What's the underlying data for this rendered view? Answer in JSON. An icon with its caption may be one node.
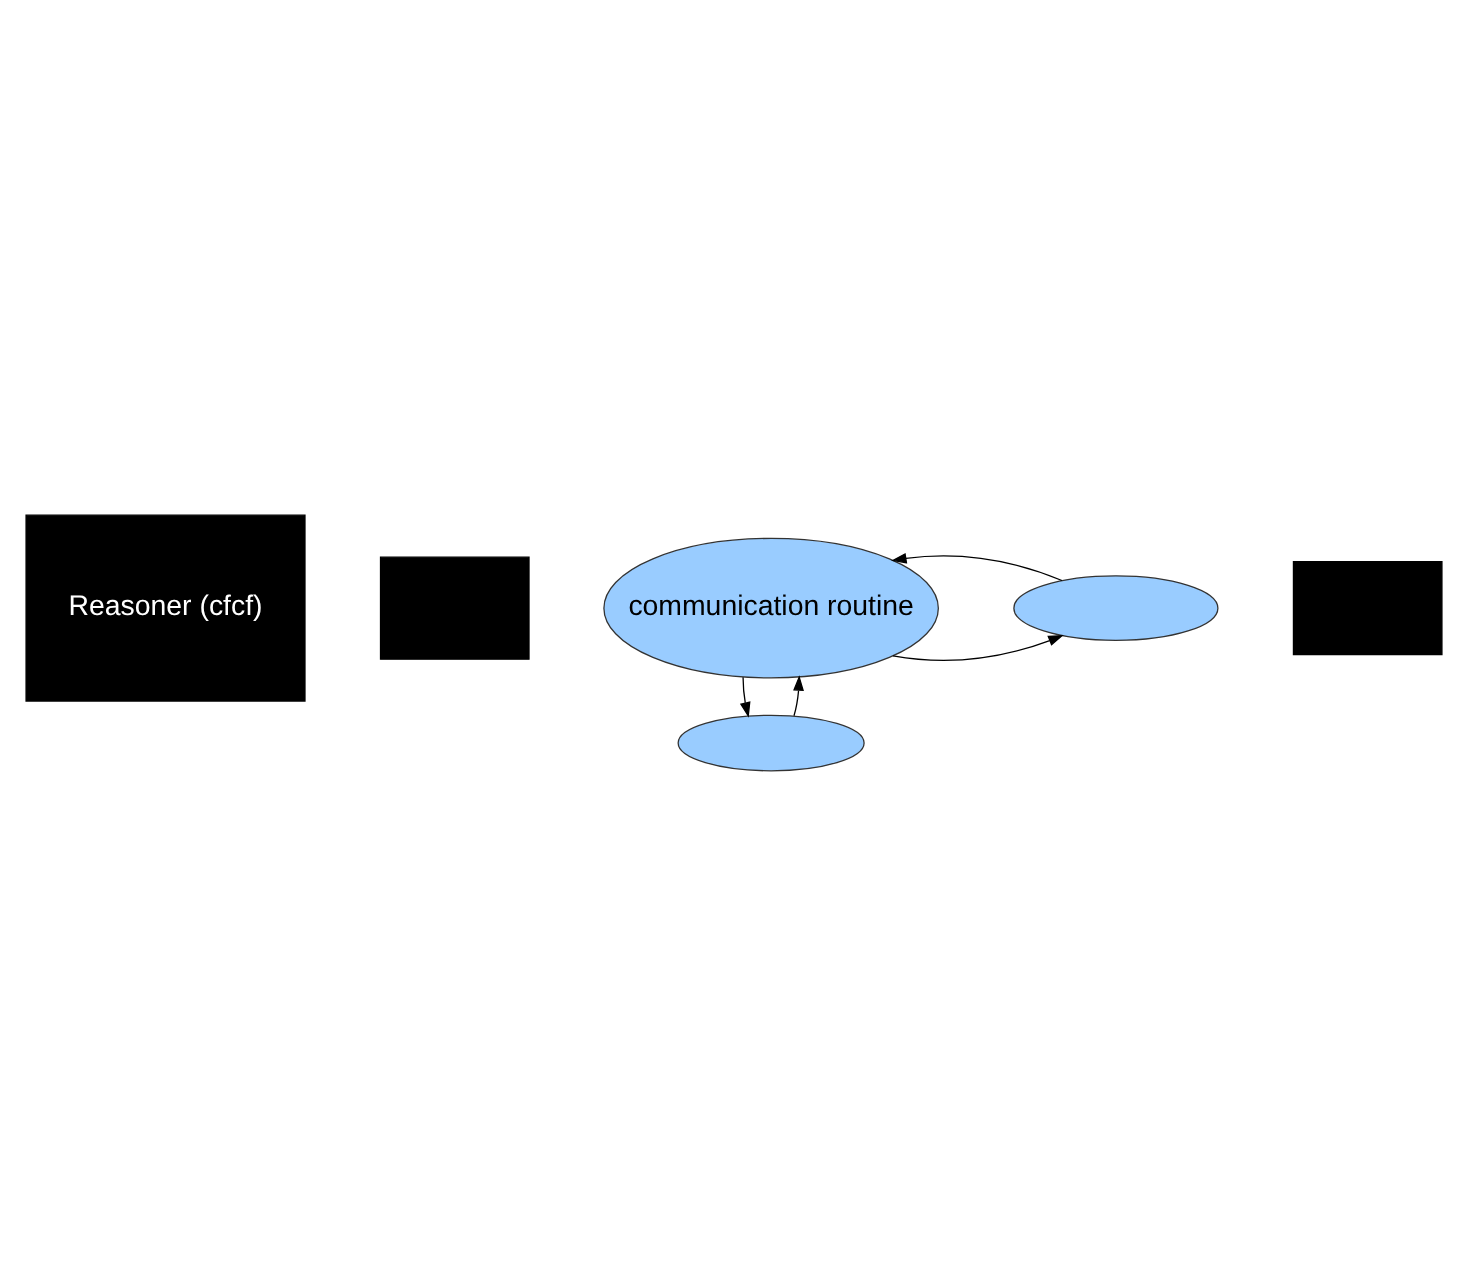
{
  "diagram": {
    "nodes": [
      {
        "text": [
          "Reasoner (cfcf)"
        ]
      },
      {
        "text": [
          "communication routine"
        ]
      },
      {
        "text": [],
        "shape": "box"
      },
      {
        "text": [],
        "shape": "ellipse"
      },
      {
        "text": [],
        "shape": "box"
      },
      {
        "text": [],
        "shape": "ellipse"
      }
    ],
    "edges": [
      {
        "from": 1,
        "to": 3,
        "arrow": "to"
      },
      {
        "from": 3,
        "to": 1,
        "arrow": "to"
      },
      {
        "from": 1,
        "to": 5,
        "arrow": "to"
      },
      {
        "from": 5,
        "to": 1,
        "arrow": "to"
      }
    ]
  }
}
